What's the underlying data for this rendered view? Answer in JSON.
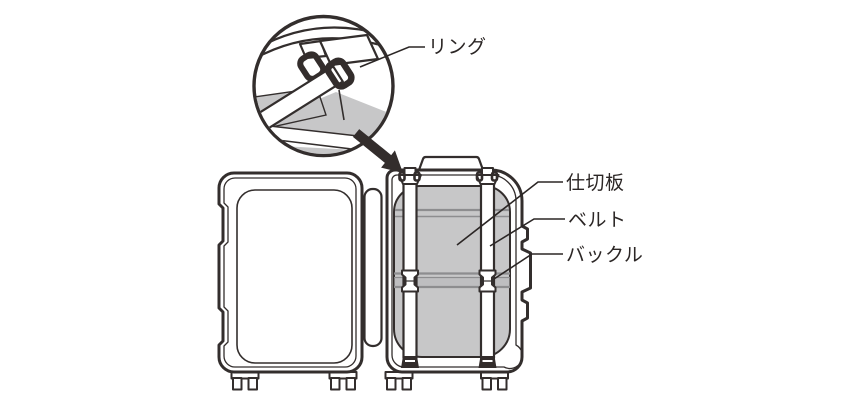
{
  "diagram": {
    "labels": {
      "ring": "リング",
      "divider": "仕切板",
      "belt": "ベルト",
      "buckle": "バックル"
    },
    "colors": {
      "outline": "#332e2d",
      "divider_gray": "#c7c7c8",
      "seam_gray": "#8d8d8f",
      "dark_parts": "#332d2c",
      "background": "#ffffff"
    }
  }
}
